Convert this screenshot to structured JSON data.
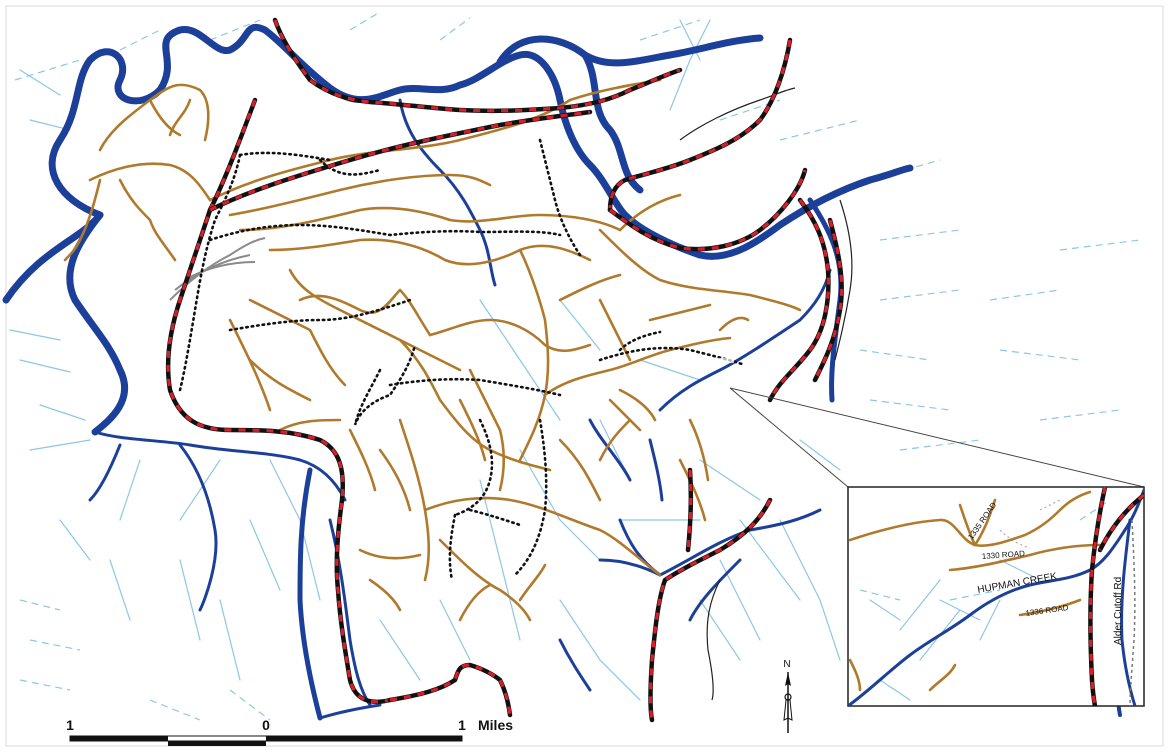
{
  "inset": {
    "road_1335": "1335 ROAD",
    "road_1330": "1330 ROAD",
    "creek": "HUPMAN CREEK",
    "road_1336": "1336 ROAD",
    "alder": "Alder Cutoff Rd"
  },
  "scale": {
    "left": "1",
    "middle": "0",
    "right": "1",
    "unit": "Miles"
  },
  "north": {
    "letter": "N"
  },
  "colors": {
    "river": "#1c3f9a",
    "stream": "#8ec6e6",
    "road_red": "#d3202a",
    "trail": "#b07a2d"
  }
}
